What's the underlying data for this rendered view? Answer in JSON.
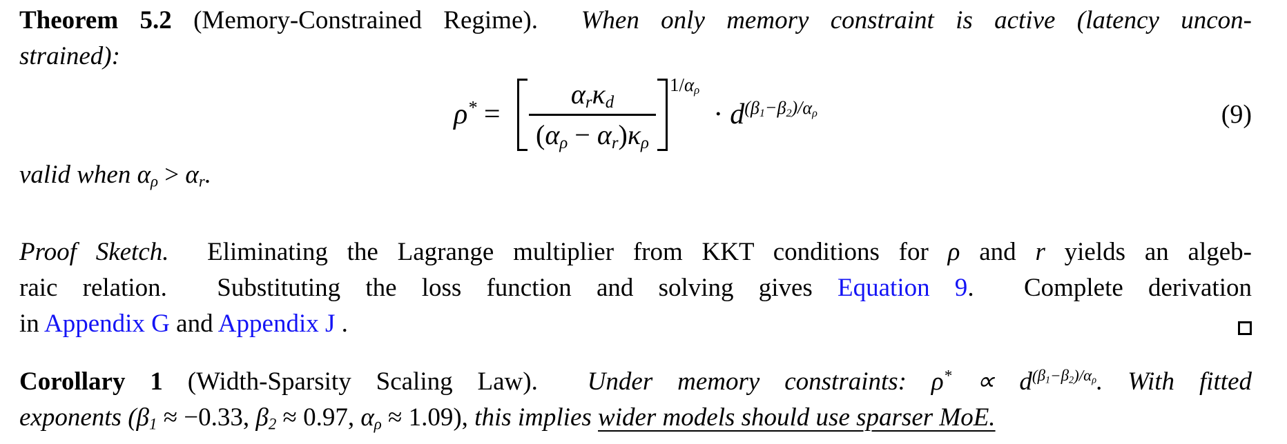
{
  "page": {
    "background": "#ffffff",
    "text_color": "#000000",
    "link_color": "#1414f5"
  },
  "theorem": {
    "lines": [
      {
        "segs": [
          {
            "t": "Theorem 5.2",
            "st": "b"
          },
          {
            "t": " (Memory-Constrained Regime).",
            "st": "r"
          },
          {
            "t": "  ",
            "st": "r"
          },
          {
            "t": "When only memory constraint is active (latency uncon-",
            "st": "i"
          }
        ]
      },
      {
        "segs": [
          {
            "t": "strained):",
            "st": "i"
          }
        ]
      }
    ]
  },
  "equation": {
    "lhs": [
      {
        "t": "ρ",
        "st": "m",
        "sup": "*"
      },
      {
        "t": " = ",
        "st": "r"
      }
    ],
    "numerator": [
      {
        "t": "α",
        "st": "m",
        "sub": "r"
      },
      {
        "t": "κ",
        "st": "m",
        "sub": "d"
      }
    ],
    "denominator": [
      {
        "t": "(",
        "st": "r"
      },
      {
        "t": "α",
        "st": "m",
        "sub": "ρ"
      },
      {
        "t": " − ",
        "st": "r"
      },
      {
        "t": "α",
        "st": "m",
        "sub": "r"
      },
      {
        "t": ")",
        "st": "r"
      },
      {
        "t": "κ",
        "st": "m",
        "sub": "ρ"
      }
    ],
    "bracket_exponent": [
      {
        "t": "1/",
        "st": "r"
      },
      {
        "t": "α",
        "st": "m",
        "sub": "ρ"
      }
    ],
    "dot": "·",
    "rhs": [
      {
        "t": "d",
        "st": "m",
        "sup": [
          {
            "t": "(",
            "st": "m"
          },
          {
            "t": "β",
            "st": "m",
            "sub": "1"
          },
          {
            "t": "−",
            "st": "m"
          },
          {
            "t": "β",
            "st": "m",
            "sub": "2"
          },
          {
            "t": ")/",
            "st": "m"
          },
          {
            "t": "α",
            "st": "m",
            "sub": "ρ"
          }
        ]
      }
    ],
    "number": "(9)"
  },
  "valid": {
    "segs": [
      {
        "t": "valid when ",
        "st": "i"
      },
      {
        "t": "α",
        "st": "m",
        "sub": "ρ"
      },
      {
        "t": " > ",
        "st": "r"
      },
      {
        "t": "α",
        "st": "m",
        "sub": "r"
      },
      {
        "t": ".",
        "st": "i"
      }
    ]
  },
  "proof": {
    "lines": [
      {
        "segs": [
          {
            "t": "Proof Sketch.",
            "st": "i"
          },
          {
            "t": "  Eliminating the Lagrange multiplier from KKT conditions for ",
            "st": "r"
          },
          {
            "t": "ρ",
            "st": "m"
          },
          {
            "t": " and ",
            "st": "r"
          },
          {
            "t": "r",
            "st": "m"
          },
          {
            "t": " yields an algeb-",
            "st": "r"
          }
        ]
      },
      {
        "segs": [
          {
            "t": "raic relation.  Substituting the loss function and solving gives ",
            "st": "r"
          },
          {
            "t": "Equation 9",
            "st": "r",
            "link": true,
            "name": "equation-9-link"
          },
          {
            "t": ".  Complete derivation",
            "st": "r"
          }
        ]
      },
      {
        "segs": [
          {
            "t": "in ",
            "st": "r"
          },
          {
            "t": "Appendix G",
            "st": "r",
            "link": true,
            "name": "appendix-g-link"
          },
          {
            "t": " and ",
            "st": "r"
          },
          {
            "t": "Appendix J",
            "st": "r",
            "link": true,
            "name": "appendix-j-link"
          },
          {
            "t": " .",
            "st": "r"
          }
        ]
      }
    ]
  },
  "corollary": {
    "lines": [
      {
        "segs": [
          {
            "t": "Corollary 1",
            "st": "b"
          },
          {
            "t": " (Width-Sparsity Scaling Law).",
            "st": "r"
          },
          {
            "t": "  ",
            "st": "r"
          },
          {
            "t": "Under memory constraints: ",
            "st": "i"
          },
          {
            "t": "ρ",
            "st": "m",
            "sup": "*"
          },
          {
            "t": " ∝ ",
            "st": "m"
          },
          {
            "t": "d",
            "st": "m",
            "sup": [
              {
                "t": "(",
                "st": "m"
              },
              {
                "t": "β",
                "st": "m",
                "sub": "1"
              },
              {
                "t": "−",
                "st": "m"
              },
              {
                "t": "β",
                "st": "m",
                "sub": "2"
              },
              {
                "t": ")/",
                "st": "m"
              },
              {
                "t": "α",
                "st": "m",
                "sub": "ρ"
              }
            ]
          },
          {
            "t": ". ",
            "st": "i"
          },
          {
            "t": "With fitted",
            "st": "i"
          }
        ]
      },
      {
        "segs": [
          {
            "t": "exponents (",
            "st": "i"
          },
          {
            "t": "β",
            "st": "m",
            "sub": "1"
          },
          {
            "t": " ≈ −0.33, ",
            "st": "r"
          },
          {
            "t": "β",
            "st": "m",
            "sub": "2"
          },
          {
            "t": " ≈ 0.97, ",
            "st": "r"
          },
          {
            "t": "α",
            "st": "m",
            "sub": "ρ"
          },
          {
            "t": " ≈ 1.09), ",
            "st": "r"
          },
          {
            "t": "this implies ",
            "st": "i"
          },
          {
            "t": "wider models should use sparser MoE.",
            "st": "i",
            "u": true
          }
        ]
      }
    ]
  }
}
